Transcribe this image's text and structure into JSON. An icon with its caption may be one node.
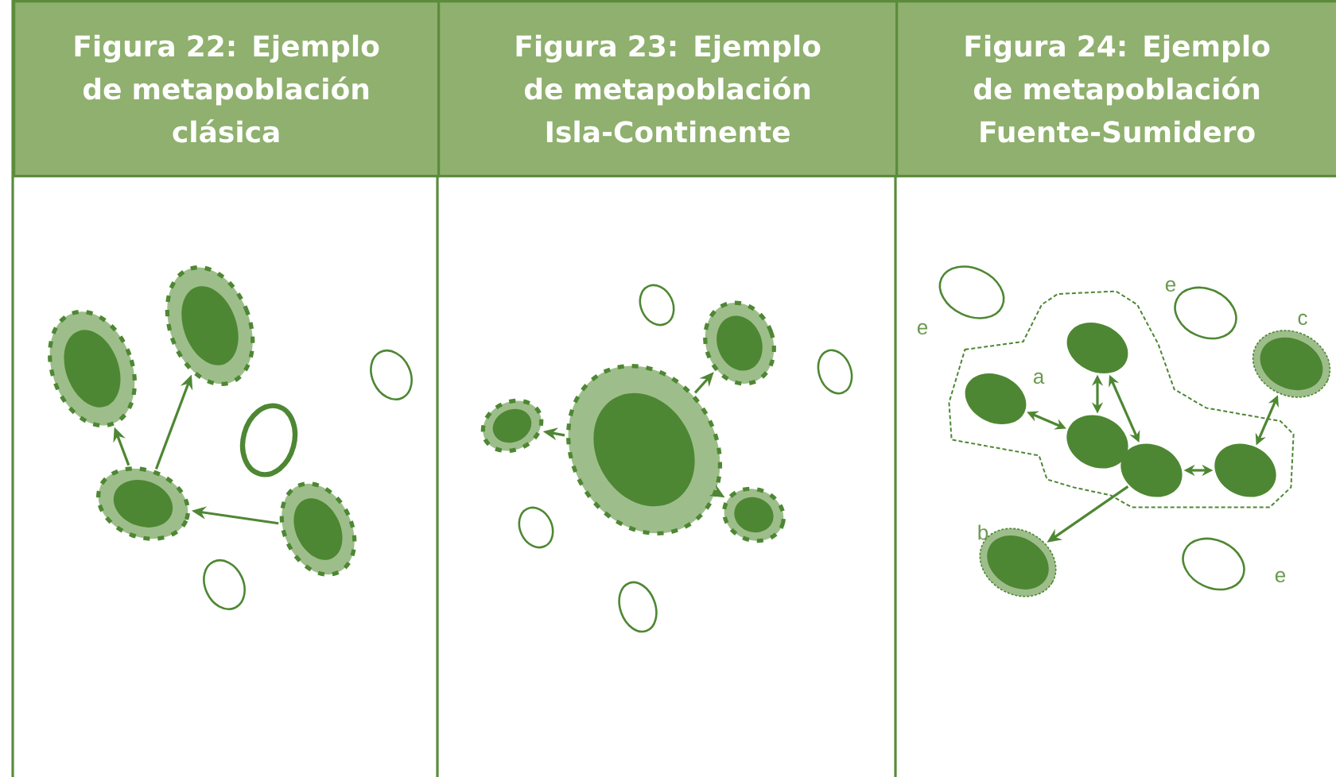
{
  "diagram": {
    "nodes": [
      {
        "text": [
          "Figura 22: Ejemplo de metapoblación clásica"
        ]
      },
      {
        "text": [
          "Figura 23: Ejemplo de metapoblación Isla-Continente"
        ]
      },
      {
        "text": [
          "Figura 24: Ejemplo de metapoblación Fuente-Sumidero"
        ]
      },
      {
        "text": [],
        "shape": "ellipse"
      },
      {
        "text": [],
        "shape": "ellipse"
      },
      {
        "text": [],
        "shape": "ellipse"
      },
      {
        "text": [],
        "shape": "ellipse"
      },
      {
        "text": [],
        "shape": "ellipse"
      },
      {
        "text": [],
        "shape": "ellipse"
      },
      {
        "text": [],
        "shape": "ellipse"
      },
      {
        "text": [],
        "shape": "ellipse"
      },
      {
        "text": [],
        "shape": "ellipse"
      },
      {
        "text": [],
        "shape": "ellipse"
      },
      {
        "text": [],
        "shape": "ellipse"
      },
      {
        "text": [],
        "shape": "ellipse"
      },
      {
        "text": [],
        "shape": "ellipse"
      },
      {
        "text": [],
        "shape": "ellipse"
      },
      {
        "text": [],
        "shape": "ellipse"
      },
      {
        "text": [],
        "shape": "ellipse"
      },
      {
        "text": [],
        "shape": "ellipse"
      },
      {
        "text": [],
        "shape": "ellipse"
      },
      {
        "text": [],
        "shape": "ellipse"
      },
      {
        "text": [],
        "shape": "ellipse"
      },
      {
        "text": [],
        "shape": "ellipse"
      },
      {
        "text": [],
        "shape": "ellipse"
      },
      {
        "text": [],
        "shape": "ellipse"
      },
      {
        "text": [],
        "shape": "ellipse"
      },
      {
        "text": [],
        "shape": "ellipse"
      }
    ],
    "edges": [
      {
        "from": 7,
        "to": 4,
        "arrow": "to"
      },
      {
        "from": 7,
        "to": 3,
        "arrow": "to"
      },
      {
        "from": 8,
        "to": 7,
        "arrow": "to"
      },
      {
        "from": 13,
        "to": 11,
        "arrow": "to"
      },
      {
        "from": 13,
        "to": 14,
        "arrow": "to"
      },
      {
        "from": 13,
        "to": 15,
        "arrow": "to"
      },
      {
        "from": 22,
        "to": 23,
        "arrow": "both"
      },
      {
        "from": 20,
        "to": 23,
        "arrow": "both"
      },
      {
        "from": 20,
        "to": 24,
        "arrow": "both"
      },
      {
        "from": 24,
        "to": 25,
        "arrow": "both"
      },
      {
        "from": 21,
        "to": 25,
        "arrow": "both"
      },
      {
        "from": 24,
        "to": 26,
        "arrow": "to"
      }
    ],
    "labels": [
      "e",
      "c",
      "e",
      "a",
      "b",
      "e"
    ]
  }
}
